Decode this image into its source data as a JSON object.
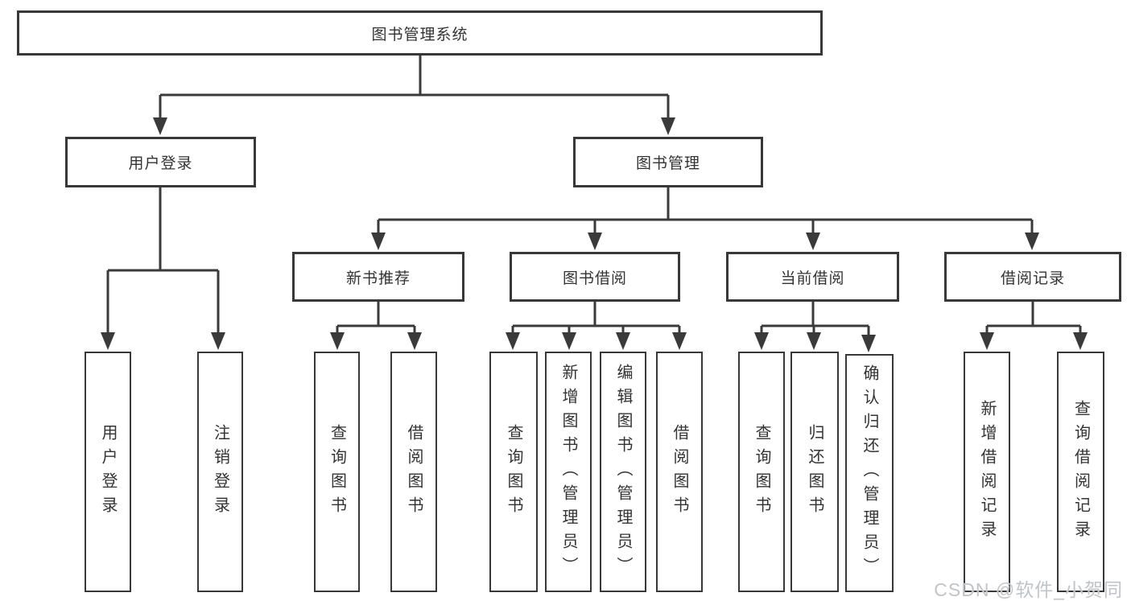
{
  "diagram": {
    "root": {
      "label": "图书管理系统"
    },
    "branches": [
      {
        "label": "用户登录",
        "children": [
          {
            "label": "用户登录"
          },
          {
            "label": "注销登录"
          }
        ]
      },
      {
        "label": "图书管理",
        "children": [
          {
            "label": "新书推荐",
            "children": [
              {
                "label": "查询图书"
              },
              {
                "label": "借阅图书"
              }
            ]
          },
          {
            "label": "图书借阅",
            "children": [
              {
                "label": "查询图书"
              },
              {
                "label": "新增图书（管理员）"
              },
              {
                "label": "编辑图书（管理员）"
              },
              {
                "label": "借阅图书"
              }
            ]
          },
          {
            "label": "当前借阅",
            "children": [
              {
                "label": "查询图书"
              },
              {
                "label": "归还图书"
              },
              {
                "label": "确认归还（管理员）"
              }
            ]
          },
          {
            "label": "借阅记录",
            "children": [
              {
                "label": "新增借阅记录"
              },
              {
                "label": "查询借阅记录"
              }
            ]
          }
        ]
      }
    ]
  },
  "appearance": {
    "line_color": "#3a3a3a",
    "box_border_color": "#383838",
    "text_color": "#333333",
    "watermark_color": "#bfc4c9",
    "background": "#ffffff"
  },
  "watermark": {
    "text": "CSDN @软件_小贺同学"
  }
}
